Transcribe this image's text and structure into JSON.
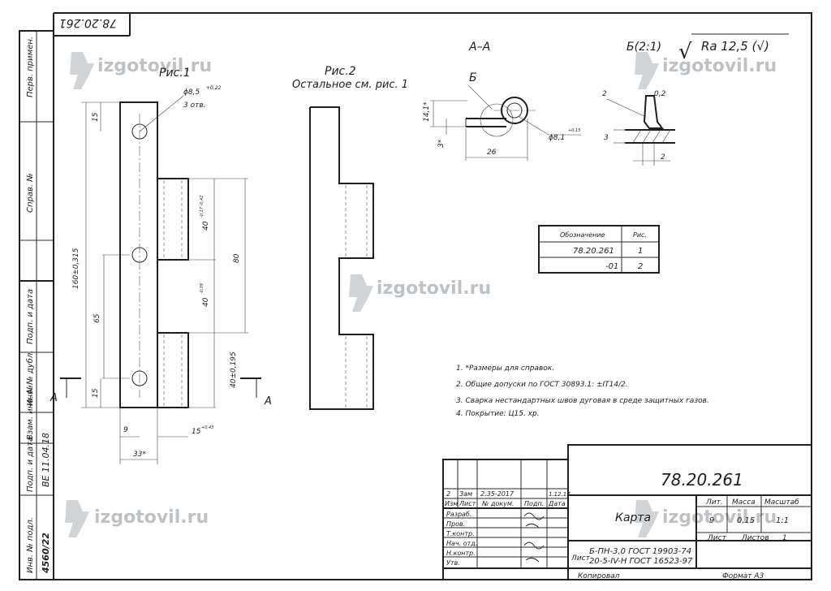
{
  "doc": {
    "number_top": "78.20.261",
    "number_stamp": "78.20.261",
    "name": "Карта",
    "material_line1": "Б-ПН-3,0 ГОСТ 19903-74",
    "material_line2": "20-5-IV-Н ГОСТ 16523-97",
    "material_prefix": "Лист",
    "format": "Формат  А3",
    "copied": "Копировал",
    "roughness": "Ra 12,5 (√)"
  },
  "side_labels": [
    "Перв. примен.",
    "Справ. №",
    "Подп. и дата",
    "Инв. № дубл.",
    "Взам. инв. №",
    "Подп. и дата",
    "Инв. № подл."
  ],
  "side_handwritten": [
    "ВЕ 11.04.18",
    "4560/22"
  ],
  "views": {
    "fig1": "Рис.1",
    "fig2": "Рис.2",
    "fig2_note": "Остальное см. рис. 1",
    "section": "А–А",
    "detail": "Б(2:1)",
    "section_mark": "А",
    "detail_mark": "Б"
  },
  "dims": {
    "hole": "ϕ8,5",
    "hole_tol": "+0,22",
    "hole_count": "3 отв.",
    "d15_top": "15",
    "d160": "160±0,315",
    "d65": "65",
    "d15_bot": "15",
    "d40a": "40",
    "d40a_tol": "-0,17\n-0,42",
    "d80": "80",
    "d40b": "40",
    "d40b_tol": "-0,39",
    "d40c": "40±0,195",
    "d9": "9",
    "d33": "33*",
    "d15r": "15",
    "d15r_tol": "+0,43",
    "s141": "14,1*",
    "s3": "3*",
    "s26": "26",
    "s81": "ϕ8,1",
    "s81_tol": "+0,15",
    "b2a": "2",
    "b02": "0,2",
    "b3": "3",
    "b2b": "2"
  },
  "table": {
    "headers": [
      "Обозначение",
      "Рис."
    ],
    "rows": [
      [
        "78.20.261",
        "1"
      ],
      [
        "-01",
        "2"
      ]
    ]
  },
  "notes": [
    "1. *Размеры для справок.",
    "2. Общие допуски по ГОСТ 30893.1: ±IT14/2.",
    "3. Сварка нестандартных швов дуговая в среде защитных газов.",
    "4. Покрытие: Ц15. хр."
  ],
  "stamp": {
    "change_row": [
      "2",
      "Зам",
      "2.35-2017",
      "",
      "1.12.17"
    ],
    "header_row": [
      "Изм",
      "Лист",
      "№ докум.",
      "Подп.",
      "Дата"
    ],
    "roles": [
      "Разраб.",
      "Пров.",
      "Т.контр.",
      "Нач. отд.",
      "Н.контр.",
      "Утв."
    ],
    "lit_label": "Лит.",
    "mass_label": "Масса",
    "scale_label": "Масштаб",
    "lit_value": "9",
    "mass_value": "0,15",
    "scale_value": "1:1",
    "sheet_label": "Лист",
    "sheets_label": "Листов",
    "sheets_value": "1"
  },
  "watermark": "izgotovil.ru"
}
